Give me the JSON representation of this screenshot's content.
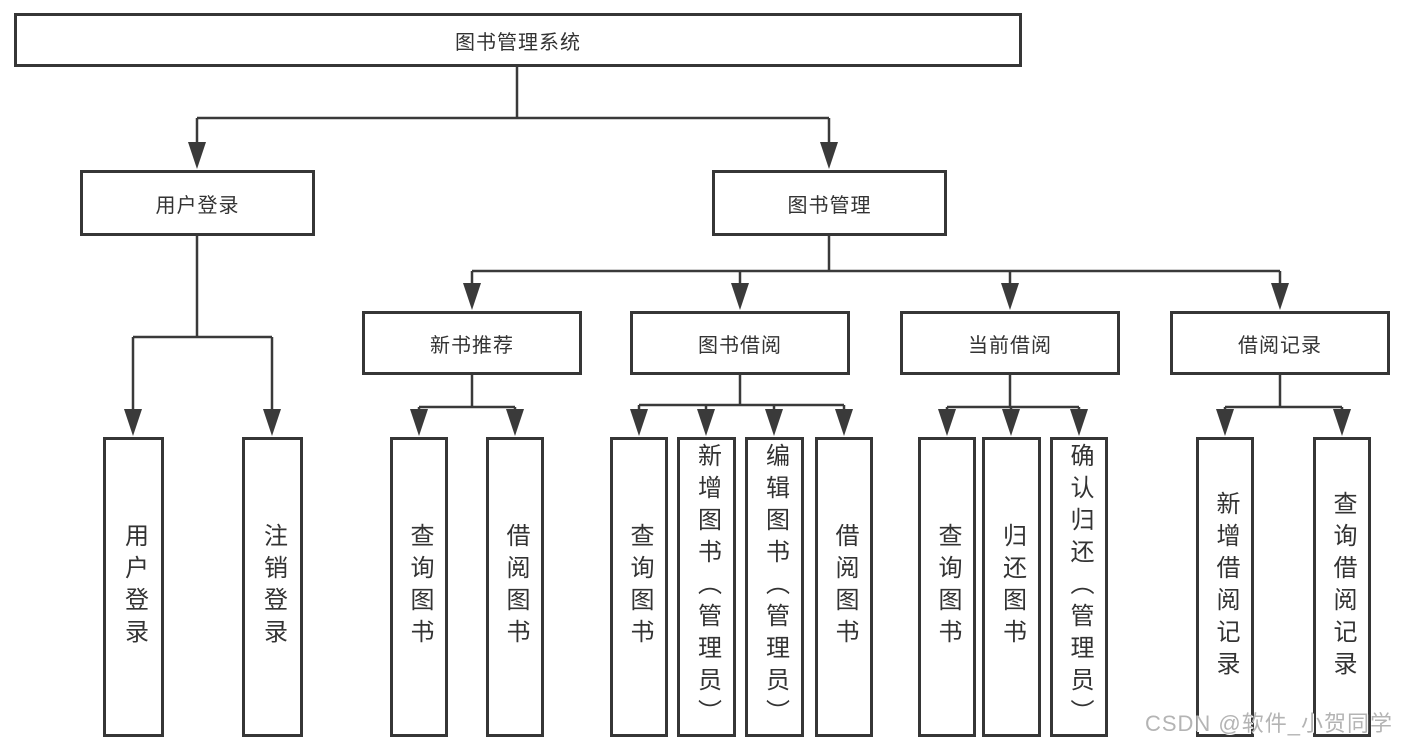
{
  "title": "图书管理系统",
  "watermark": "CSDN @软件_小贺同学",
  "colors": {
    "line": "#3a3a3a",
    "border": "#363636",
    "text": "#333333",
    "background": "#ffffff",
    "watermark": "#b4b4b4"
  },
  "nodes": {
    "root": "图书管理系统",
    "user_login": "用户登录",
    "book_mgmt": "图书管理",
    "new_book_rec": "新书推荐",
    "book_borrow": "图书借阅",
    "current_borrow": "当前借阅",
    "borrow_record": "借阅记录",
    "leaf_user_login": "用户登录",
    "leaf_logout": "注销登录",
    "leaf_nb_query": "查询图书",
    "leaf_nb_borrow": "借阅图书",
    "leaf_bb_query": "查询图书",
    "leaf_bb_add": "新增图书（管理员）",
    "leaf_bb_edit": "编辑图书（管理员）",
    "leaf_bb_borrow": "借阅图书",
    "leaf_cb_query": "查询图书",
    "leaf_cb_return": "归还图书",
    "leaf_cb_confirm": "确认归还（管理员）",
    "leaf_br_add": "新增借阅记录",
    "leaf_br_query": "查询借阅记录"
  },
  "hierarchy": {
    "图书管理系统": {
      "用户登录": [
        "用户登录",
        "注销登录"
      ],
      "图书管理": {
        "新书推荐": [
          "查询图书",
          "借阅图书"
        ],
        "图书借阅": [
          "查询图书",
          "新增图书（管理员）",
          "编辑图书（管理员）",
          "借阅图书"
        ],
        "当前借阅": [
          "查询图书",
          "归还图书",
          "确认归还（管理员）"
        ],
        "借阅记录": [
          "新增借阅记录",
          "查询借阅记录"
        ]
      }
    }
  }
}
